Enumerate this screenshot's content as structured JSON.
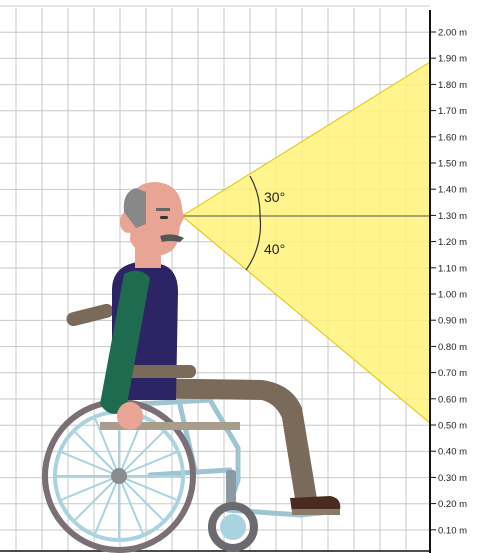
{
  "diagram": {
    "scale_labels": [
      "2.00 m",
      "1.90 m",
      "1.80 m",
      "1.70 m",
      "1.60 m",
      "1.50 m",
      "1.40 m",
      "1.30 m",
      "1.20 m",
      "1.10 m",
      "1.00 m",
      "0.90 m",
      "0.80 m",
      "0.70 m",
      "0.60 m",
      "0.50 m",
      "0.40 m",
      "0.30 m",
      "0.20 m",
      "0.10 m"
    ],
    "eye_level_m": 1.3,
    "view_upper_m": 1.9,
    "view_lower_m": 0.5,
    "angle_up_label": "30°",
    "angle_down_label": "40°",
    "colors": {
      "grid": "#c8c8c8",
      "axis": "#111111",
      "cone_fill": "#fff27a",
      "cone_stroke": "#e0c200",
      "skin": "#e8a593",
      "hair": "#888888",
      "shirt": "#2d2466",
      "sleeve": "#1e6b4f",
      "trousers": "#7a6a5a",
      "shoe": "#4a2b1e",
      "armrest": "#7a6a5a",
      "wheel_rim": "#7a6f75",
      "spokes": "#a9d3df",
      "frame": "#9cc4d2"
    }
  }
}
